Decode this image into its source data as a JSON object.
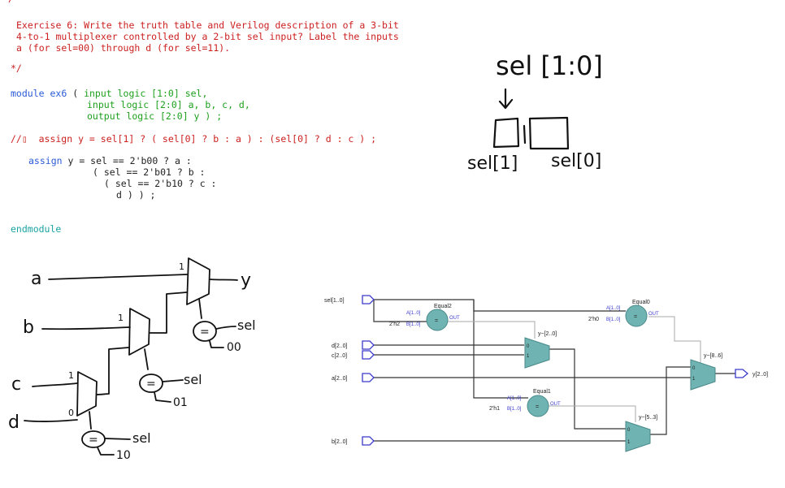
{
  "code": {
    "top_fragment": "/*",
    "comment_lines": [
      "Exercise 6: Write the truth table and Verilog description of a 3-bit",
      "4-to-1 multiplexer controlled by a 2-bit sel input? Label the inputs",
      "a (for sel=00) through d (for sel=11)."
    ],
    "comment_end": "*/",
    "module_kw": "module",
    "module_name": "ex6",
    "paren_open": "(",
    "port_lines": [
      "input logic [1:0] sel,",
      "input logic [2:0] a, b, c, d,",
      "output logic [2:0] y ) ;"
    ],
    "commented_line": "//▯  assign y = sel[1] ? ( sel[0] ? b : a ) : (sel[0] ? d : c ) ;",
    "assign_kw": "assign",
    "assign_lines": [
      "y = sel == 2'b00 ? a :",
      "( sel == 2'b01 ? b :",
      "( sel == 2'b10 ? c :",
      "d ) ) ;"
    ],
    "endmodule": "endmodule"
  },
  "sketch_top": {
    "title": "sel [1:0]",
    "left_label": "sel[1]",
    "right_label": "sel[0]"
  },
  "sketch_mux": {
    "inputs": [
      "a",
      "b",
      "c",
      "d"
    ],
    "output": "y",
    "sel_labels": [
      "sel",
      "sel",
      "sel"
    ],
    "compare_values": [
      "00",
      "01",
      "10"
    ],
    "compare_symbol": "=",
    "input_marks": [
      "1",
      "1",
      "1",
      "0"
    ]
  },
  "schematic": {
    "ports_in": [
      "sel[1..0]",
      "d[2..0]",
      "c[2..0]",
      "a[2..0]",
      "b[2..0]"
    ],
    "port_out": "y[2..0]",
    "comparators": [
      {
        "name": "Equal2",
        "const": "2'h2",
        "a": "A[1..0]",
        "b": "B[1..0]",
        "out": "OUT"
      },
      {
        "name": "Equal0",
        "const": "2'h0",
        "a": "A[1..0]",
        "b": "B[1..0]",
        "out": "OUT"
      },
      {
        "name": "Equal1",
        "const": "2'h1",
        "a": "A[1..0]",
        "b": "B[1..0]",
        "out": "OUT"
      }
    ],
    "mux_labels": [
      "y~[2..0]",
      "y~[5..3]",
      "y~[8..6]"
    ],
    "mux_pins": [
      "0",
      "1"
    ],
    "eq_symbol": "="
  },
  "colors": {
    "comment": "#cc1f1f",
    "keyword": "#2a5bd7",
    "type": "#1ea01e",
    "endmodule": "#1aa3a3",
    "block_fill": "#6fb3b3",
    "port_outline": "#3a3acc"
  }
}
